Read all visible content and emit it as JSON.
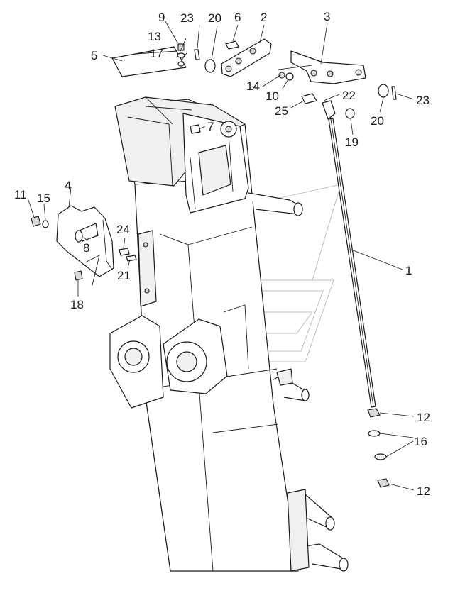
{
  "callouts": {
    "c1": "1",
    "c2": "2",
    "c3": "3",
    "c4": "4",
    "c5": "5",
    "c6": "6",
    "c7": "7",
    "c8": "8",
    "c9": "9",
    "c10": "10",
    "c11": "11",
    "c12a": "12",
    "c12b": "12",
    "c13": "13",
    "c14": "14",
    "c15": "15",
    "c16": "16",
    "c17": "17",
    "c18": "18",
    "c19": "19",
    "c20a": "20",
    "c20b": "20",
    "c21": "21",
    "c22": "22",
    "c23a": "23",
    "c23b": "23",
    "c24": "24",
    "c25": "25"
  },
  "colors": {
    "line": "#1a1a1a",
    "watermark": "#bfbfbf",
    "background": "#ffffff"
  }
}
